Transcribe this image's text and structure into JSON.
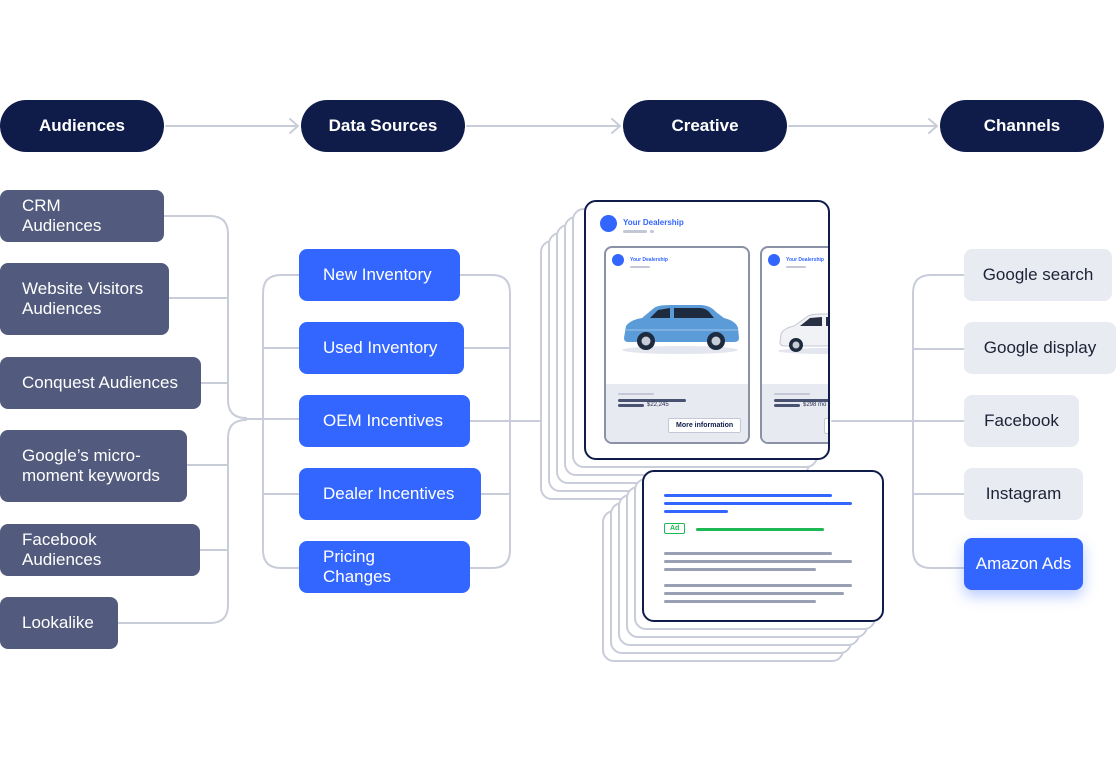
{
  "headers": {
    "audiences": "Audiences",
    "data_sources": "Data Sources",
    "creative": "Creative",
    "channels": "Channels"
  },
  "audiences": [
    "CRM Audiences",
    "Website Visitors Audiences",
    "Conquest Audiences",
    "Google’s micro-moment keywords",
    "Facebook Audiences",
    "Lookalike"
  ],
  "data_sources": [
    "New Inventory",
    "Used Inventory",
    "OEM Incentives",
    "Dealer Incentives",
    "Pricing Changes"
  ],
  "channels": [
    "Google search",
    "Google display",
    "Facebook",
    "Instagram",
    "Amazon Ads"
  ],
  "creative": {
    "dealer_name": "Your Dealership",
    "ad1": {
      "dealer_name": "Your Dealership",
      "price": "$22,245",
      "cta": "More information"
    },
    "ad2": {
      "dealer_name": "Your Dealership",
      "price": "$298 mo"
    },
    "search_ad": {
      "badge": "Ad"
    }
  },
  "colors": {
    "navy": "#0f1c4a",
    "audience_slate": "#525b7d",
    "source_blue": "#3366ff",
    "channel_gray": "#e9ebf2",
    "connector": "#c9cdda",
    "ad_green": "#1db954"
  },
  "icons": {
    "arrow": "chevron-right-icon",
    "car1": "suv-icon",
    "car2": "hatchback-icon"
  }
}
